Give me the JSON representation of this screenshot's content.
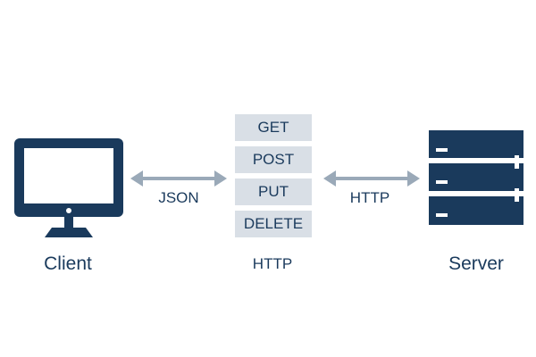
{
  "diagram": {
    "client": {
      "label": "Client",
      "icon": "monitor-icon"
    },
    "server": {
      "label": "Server",
      "icon": "server-rack-icon"
    },
    "left_connection": {
      "label": "JSON",
      "icon": "double-arrow-icon"
    },
    "right_connection": {
      "label": "HTTP",
      "icon": "double-arrow-icon"
    },
    "methods_caption": "HTTP",
    "methods": [
      "GET",
      "POST",
      "PUT",
      "DELETE"
    ]
  },
  "colors": {
    "primary": "#1a3a5c",
    "arrow": "#9aa9b8",
    "method_bg": "#d9dfe6",
    "background": "#ffffff"
  }
}
